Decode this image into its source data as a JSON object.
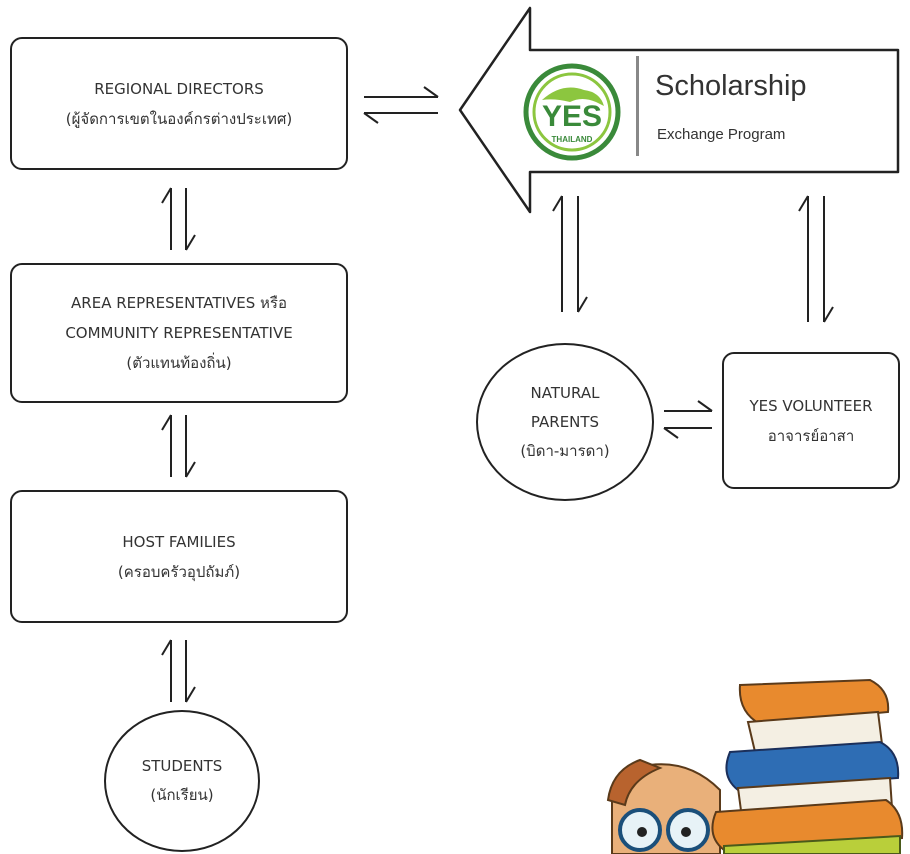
{
  "nodes": {
    "regional_directors": {
      "line1": "REGIONAL DIRECTORS",
      "line2": "(ผู้จัดการเขตในองค์กรต่างประเทศ)"
    },
    "area_reps": {
      "line1": "AREA REPRESENTATIVES หรือ",
      "line2": "COMMUNITY REPRESENTATIVE",
      "line3": "(ตัวแทนท้องถิ่น)"
    },
    "host_families": {
      "line1": "HOST FAMILIES",
      "line2": "(ครอบครัวอุปถัมภ์)"
    },
    "students": {
      "line1": "STUDENTS",
      "line2": "(นักเรียน)"
    },
    "natural_parents": {
      "line1": "NATURAL",
      "line2": "PARENTS",
      "line3": "(บิดา-มารดา)"
    },
    "yes_volunteer": {
      "line1": "YES VOLUNTEER",
      "line2": "อาจารย์อาสา"
    }
  },
  "logo": {
    "badge_text": "YES",
    "badge_subtext": "THAILAND",
    "title": "Scholarship",
    "subtitle": "Exchange Program",
    "green": "#3a8a3a",
    "light_green": "#8cc63f"
  },
  "colors": {
    "stroke": "#222222",
    "text": "#333333"
  }
}
